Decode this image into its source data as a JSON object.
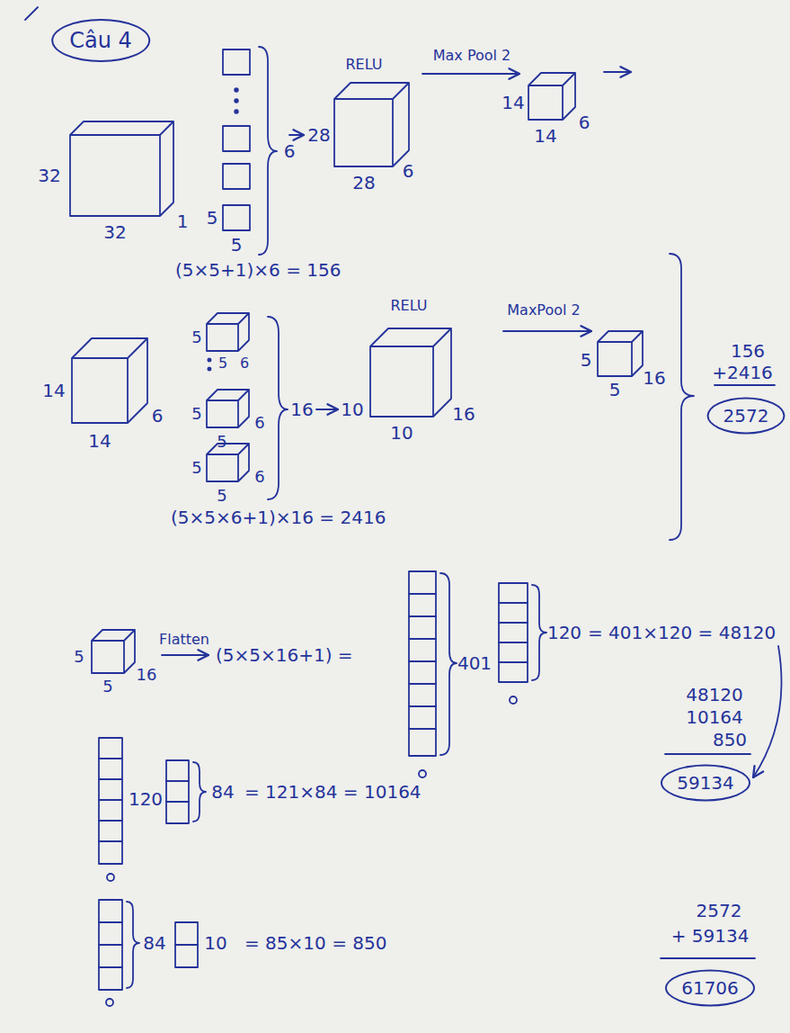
{
  "diagram": {
    "title": "Câu 4",
    "nodes": [
      {
        "text": [
          "2572"
        ]
      },
      {
        "text": [
          "59134"
        ]
      },
      {
        "text": [
          "61706"
        ]
      }
    ],
    "labels": [
      "32",
      "32",
      "1",
      "5",
      "5",
      "6",
      "RELU",
      "28",
      "28",
      "6",
      "Max Pool 2",
      "14",
      "14",
      "6",
      "(5×5+1)×6 = 156",
      "14",
      "14",
      "6",
      "5",
      "5",
      "6",
      "5",
      "5",
      "6",
      "5",
      "5",
      "6",
      "16",
      "RELU",
      "10",
      "10",
      "16",
      "MaxPool 2",
      "5",
      "5",
      "16",
      "156",
      "+2416",
      "(5×5×6+1)×16 = 2416",
      "5",
      "5",
      "16",
      "Flatten",
      "(5×5×16+1) =",
      "401",
      "120",
      "= 401×120 = 48120",
      "48120",
      "10164",
      "850",
      "120",
      "84",
      "= 121×84 = 10164",
      "84",
      "10",
      "= 85×10 = 850",
      "2572",
      "+ 59134"
    ]
  }
}
